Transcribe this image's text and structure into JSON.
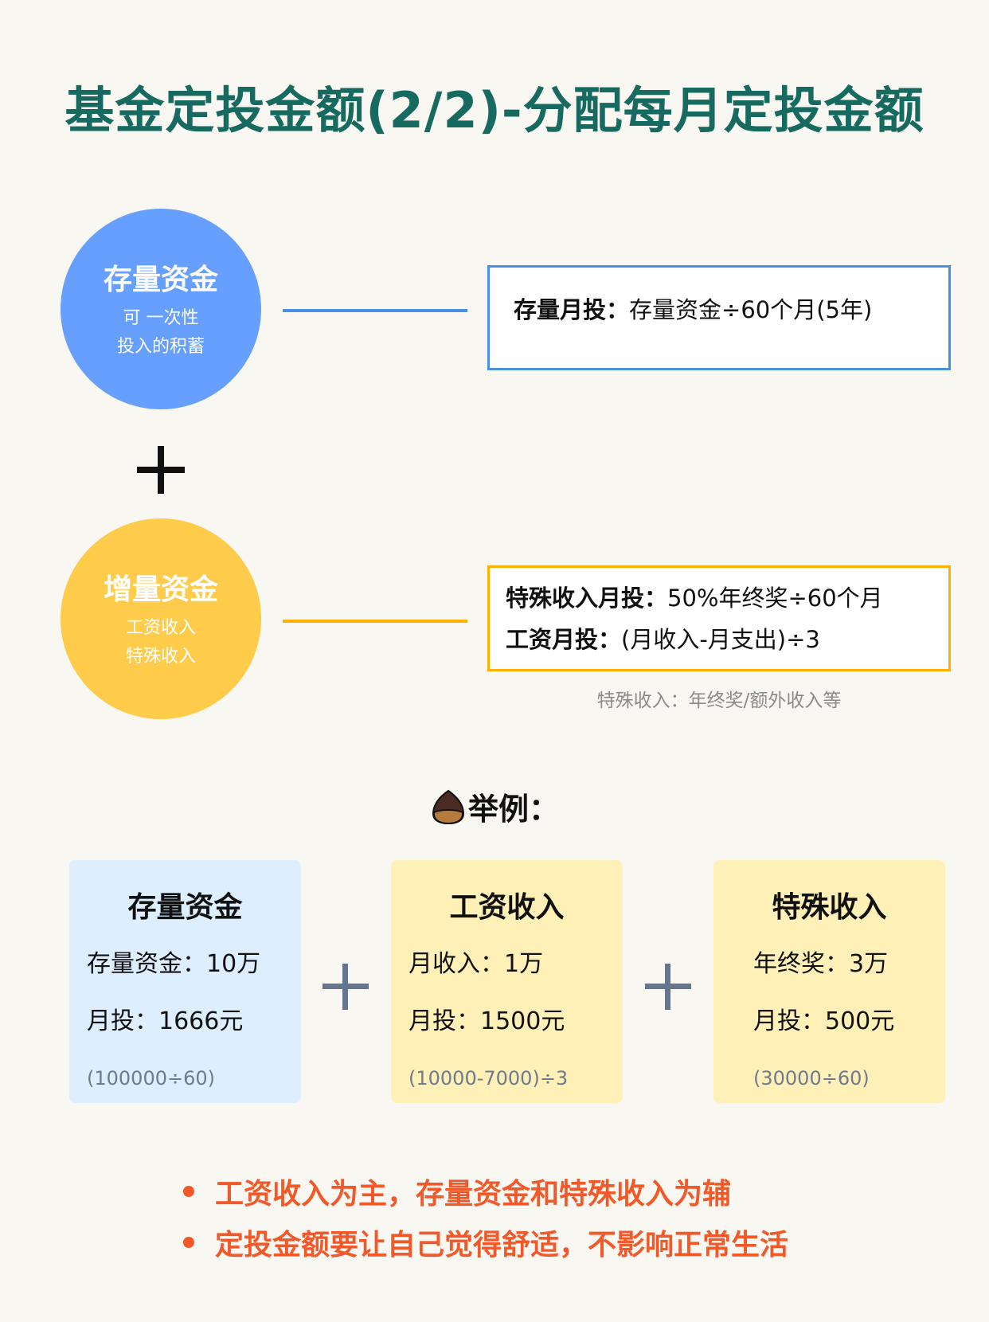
{
  "title": "基金定投金额(2/2)-分配每月定投金额",
  "stock": {
    "name": "存量资金",
    "desc1": "可 一次性",
    "desc2": "投入的积蓄",
    "rule_label": "存量月投：",
    "rule": "存量资金÷60个月(5年)",
    "color": "#669ffd",
    "border": "#4a90e2"
  },
  "plus": "+",
  "increment": {
    "name": "增量资金",
    "desc1": "工资收入",
    "desc2": "特殊收入",
    "rule1_label": "特殊收入月投：",
    "rule1": "50%年终奖÷60个月",
    "rule2_label": "工资月投：",
    "rule2": "(月收入-月支出)÷3",
    "color": "#fecb4a",
    "border": "#ffb000"
  },
  "note": "特殊收入：年终奖/额外收入等",
  "example_label": "举例：",
  "cards": [
    {
      "title": "存量资金",
      "line1": "存量资金：10万",
      "line2": "月投：1666元",
      "formula": "(100000÷60)"
    },
    {
      "title": "工资收入",
      "line1": "月收入：1万",
      "line2": "月投：1500元",
      "formula": "(10000-7000)÷3"
    },
    {
      "title": "特殊收入",
      "line1": "年终奖：3万",
      "line2": "月投：500元",
      "formula": "(30000÷60)"
    }
  ],
  "bullets": [
    "工资收入为主，存量资金和特殊收入为辅",
    "定投金额要让自己觉得舒适，不影响正常生活"
  ]
}
